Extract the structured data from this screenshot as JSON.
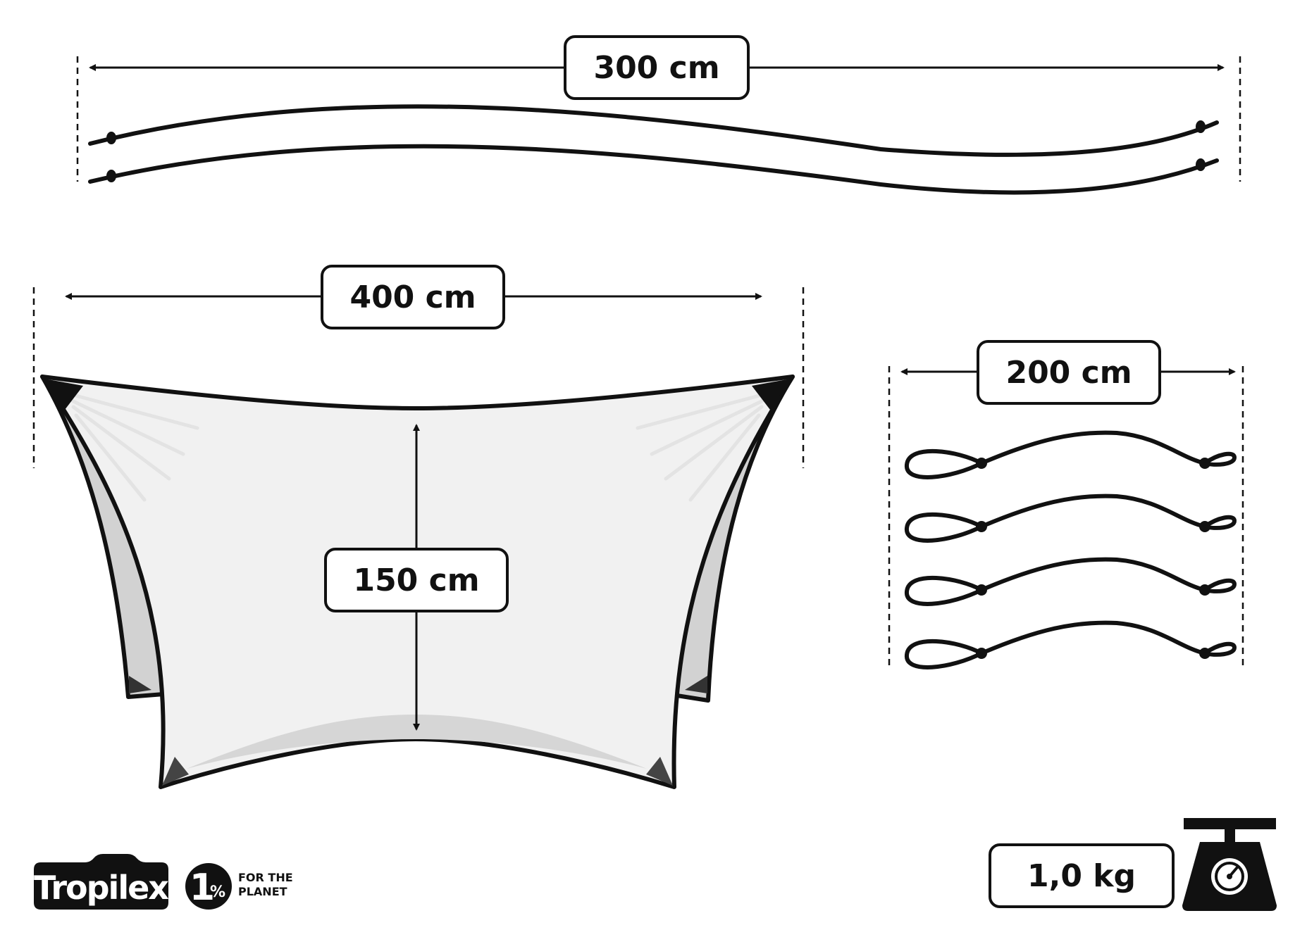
{
  "dimensions": {
    "rope_length": "300 cm",
    "tarp_width": "400 cm",
    "tarp_depth": "150 cm",
    "guyline_length": "200 cm"
  },
  "weight": "1,0 kg",
  "logos": {
    "brand": "Tropilex",
    "one_percent_number": "1",
    "one_percent_sign": "%",
    "one_percent_line1": "FOR THE",
    "one_percent_line2": "PLANET"
  },
  "colors": {
    "ink": "#111111",
    "tarp_fill": "#f1f1f1",
    "tarp_shade": "#d6d6d6"
  },
  "icons": [
    "scale-icon",
    "arrow-icon",
    "rope-icon",
    "guyline-icon"
  ]
}
